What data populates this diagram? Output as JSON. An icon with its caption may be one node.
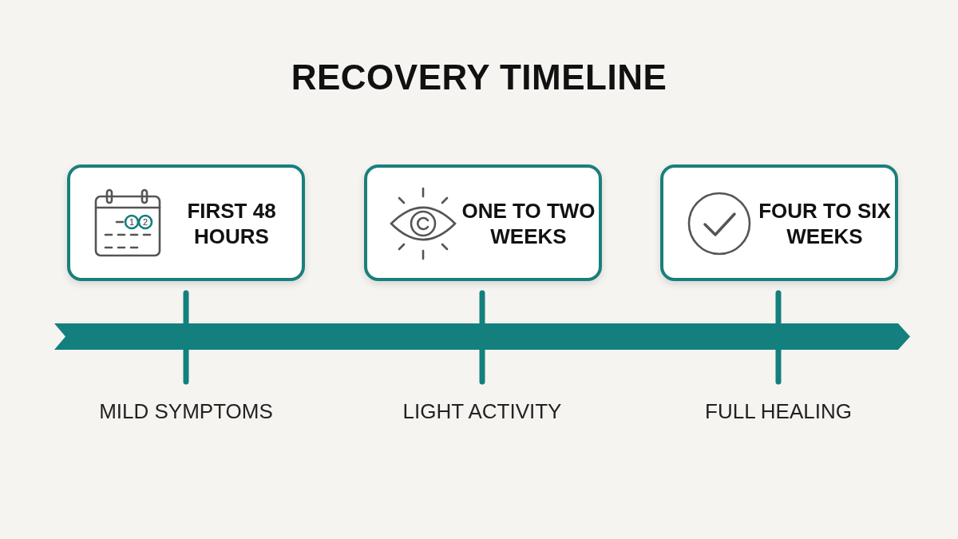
{
  "diagram": {
    "title": "RECOVERY TIMELINE",
    "nodes": [
      {
        "text": [
          "FIRST 48 HOURS"
        ]
      },
      {
        "text": [
          "ONE TO TWO WEEKS"
        ]
      },
      {
        "text": [
          "FOUR TO SIX WEEKS"
        ]
      }
    ],
    "labels": [
      "1",
      "2",
      "MILD SYMPTOMS",
      "LIGHT ACTIVITY",
      "FULL HEALING"
    ]
  }
}
